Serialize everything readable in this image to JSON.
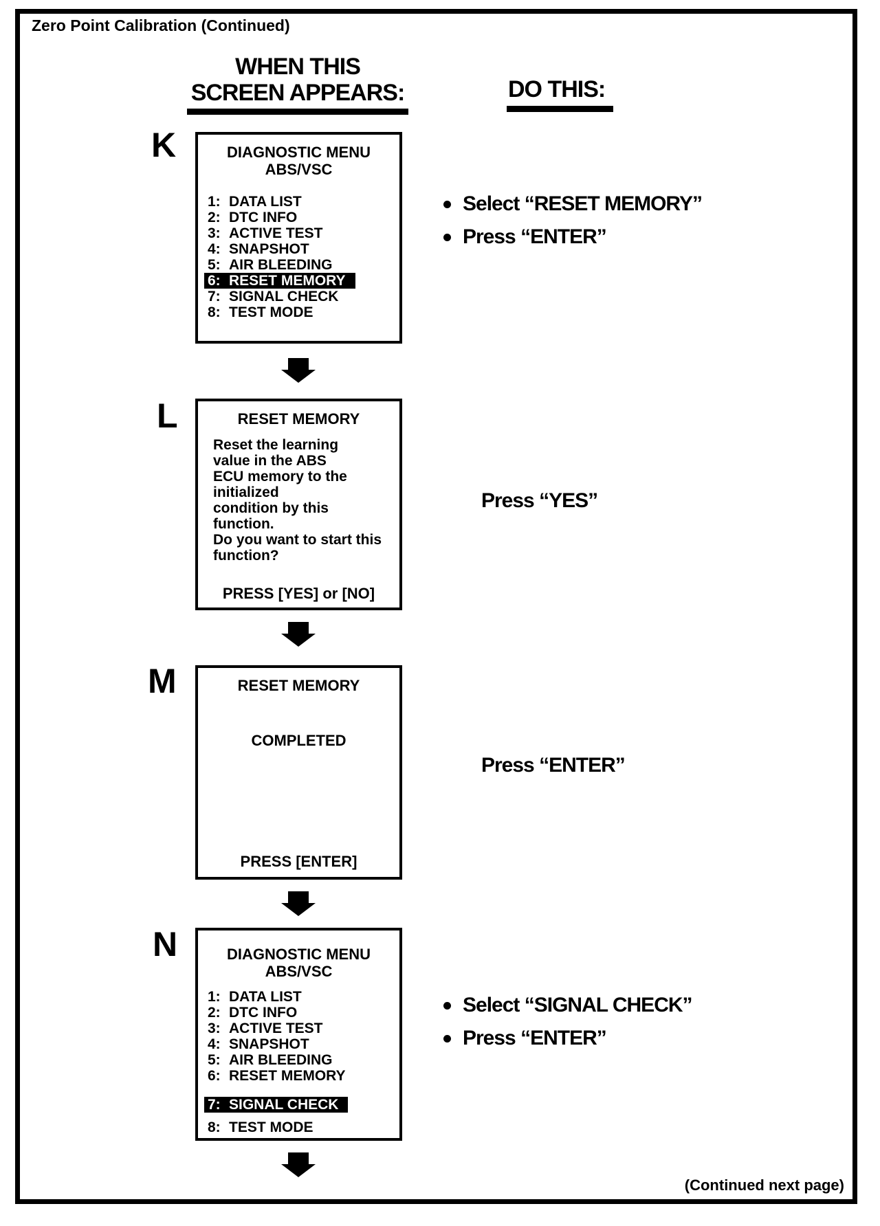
{
  "page": {
    "title": "Zero Point Calibration (Continued)",
    "continued_note": "(Continued next page)",
    "colors": {
      "ink": "#000000",
      "paper": "#ffffff"
    }
  },
  "headers": {
    "left_line1": "WHEN THIS",
    "left_line2": "SCREEN APPEARS:",
    "right": "DO THIS:"
  },
  "steps": [
    {
      "letter": "K",
      "screen": {
        "type": "menu",
        "title_line1": "DIAGNOSTIC MENU",
        "title_line2": "ABS/VSC",
        "items": [
          {
            "num": "1:",
            "label": "DATA LIST",
            "highlighted": false
          },
          {
            "num": "2:",
            "label": "DTC INFO",
            "highlighted": false
          },
          {
            "num": "3:",
            "label": "ACTIVE TEST",
            "highlighted": false
          },
          {
            "num": "4:",
            "label": "SNAPSHOT",
            "highlighted": false
          },
          {
            "num": "5:",
            "label": "AIR BLEEDING",
            "highlighted": false
          },
          {
            "num": "6:",
            "label": "RESET MEMORY",
            "highlighted": true
          },
          {
            "num": "7:",
            "label": "SIGNAL CHECK",
            "highlighted": false
          },
          {
            "num": "8:",
            "label": "TEST MODE",
            "highlighted": false
          }
        ]
      },
      "actions": [
        {
          "text": "Select “RESET MEMORY”"
        },
        {
          "text": "Press “ENTER”"
        }
      ]
    },
    {
      "letter": "L",
      "screen": {
        "type": "message",
        "title": "RESET MEMORY",
        "body": "Reset the learning\nvalue in the ABS\nECU memory to the\ninitialized\ncondition by this\nfunction.\nDo you want to start this\nfunction?",
        "footer": "PRESS [YES] or [NO]"
      },
      "actions": [
        {
          "text": "Press “YES”"
        }
      ]
    },
    {
      "letter": "M",
      "screen": {
        "type": "message",
        "title": "RESET MEMORY",
        "center": "COMPLETED",
        "footer": "PRESS [ENTER]"
      },
      "actions": [
        {
          "text": "Press “ENTER”"
        }
      ]
    },
    {
      "letter": "N",
      "screen": {
        "type": "menu",
        "title_line1": "DIAGNOSTIC MENU",
        "title_line2": "ABS/VSC",
        "items": [
          {
            "num": "1:",
            "label": "DATA LIST",
            "highlighted": false
          },
          {
            "num": "2:",
            "label": "DTC INFO",
            "highlighted": false
          },
          {
            "num": "3:",
            "label": "ACTIVE TEST",
            "highlighted": false
          },
          {
            "num": "4:",
            "label": "SNAPSHOT",
            "highlighted": false
          },
          {
            "num": "5:",
            "label": "AIR BLEEDING",
            "highlighted": false
          },
          {
            "num": "6:",
            "label": "RESET MEMORY",
            "highlighted": false
          },
          {
            "num": "7:",
            "label": "SIGNAL CHECK",
            "highlighted": true
          },
          {
            "num": "8:",
            "label": "TEST MODE",
            "highlighted": false
          }
        ]
      },
      "actions": [
        {
          "text": "Select “SIGNAL CHECK”"
        },
        {
          "text": "Press “ENTER”"
        }
      ]
    }
  ]
}
